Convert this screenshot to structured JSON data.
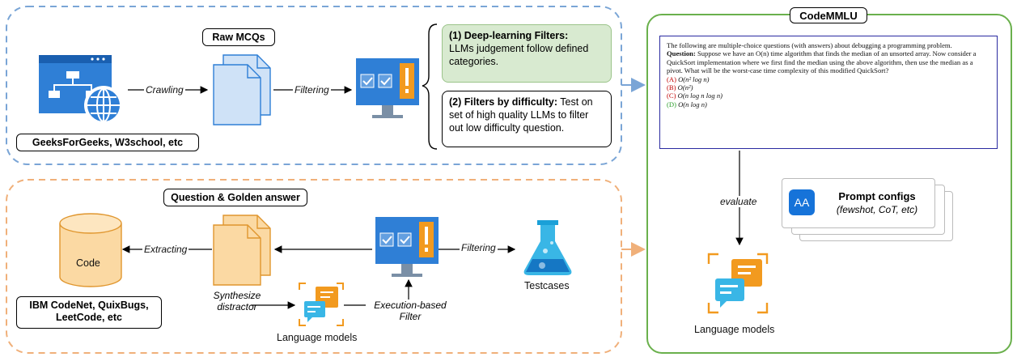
{
  "top_section": {
    "title": "Raw MCQs",
    "source_label": "GeeksForGeeks, W3school, etc",
    "edge_crawling": "Crawling",
    "edge_filtering": "Filtering",
    "filter1_title": "(1) Deep-learning Filters:",
    "filter1_text": "LLMs judgement follow defined categories.",
    "filter2_title": "(2) Filters by difficulty:",
    "filter2_text": "Test on set of high quality LLMs to filter out low difficulty question."
  },
  "bottom_section": {
    "title": "Question & Golden answer",
    "code_label": "Code",
    "source_label": "IBM CodeNet, QuixBugs, LeetCode, etc",
    "edge_extracting": "Extracting",
    "edge_filtering": "Filtering",
    "edge_synthesize": "Synthesize distractor",
    "edge_execution": "Execution-based Filter",
    "testcases_label": "Testcases",
    "lm_label": "Language models"
  },
  "codemmlu": {
    "title": "CodeMMLU",
    "question": {
      "intro": "The following are multiple-choice questions (with answers) about debugging a programming problem.",
      "q_label": "Question:",
      "q_text": " Suppose we have an O(n) time algorithm that finds the median of an unsorted array. Now consider a QuickSort implementation where we first find the median using the above algorithm, then use the median as a pivot. What will be the worst-case time complexity of this modified QuickSort?",
      "options": [
        {
          "key": "(A)",
          "text": "O(n² log n)",
          "color": "#c00000"
        },
        {
          "key": "(B)",
          "text": "O(n²)",
          "color": "#c00000"
        },
        {
          "key": "(C)",
          "text": "O(n log n log n)",
          "color": "#c00000"
        },
        {
          "key": "(D)",
          "text": "O(n log n)",
          "color": "#2a9d2a"
        }
      ]
    },
    "edge_evaluate": "evaluate",
    "prompt_title": "Prompt configs",
    "prompt_sub": "(fewshot, CoT, etc)",
    "prompt_icon_text": "AA",
    "lm_label": "Language models"
  },
  "colors": {
    "blue_dashed": "#7aa5d6",
    "orange_dashed": "#f0b07a",
    "green_border": "#6ab04c",
    "filter1_bg": "#d8ead0",
    "doc_blue": "#cfe2f7",
    "doc_orange": "#fbd9a3",
    "monitor": "#2f7fd6",
    "warning": "#f29a1f"
  }
}
